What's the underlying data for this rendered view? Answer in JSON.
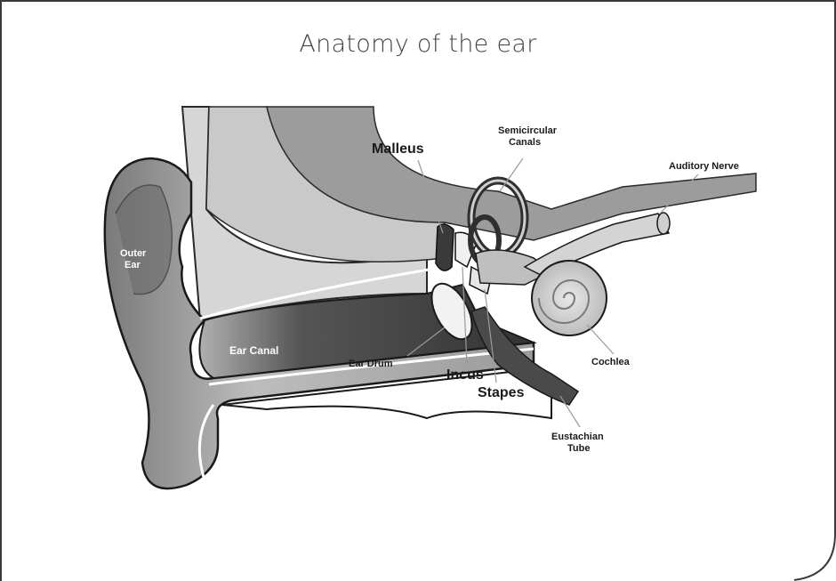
{
  "title": "Anatomy of the ear",
  "labels": {
    "outer_ear": [
      "Outer",
      "Ear"
    ],
    "ear_canal": "Ear Canal",
    "malleus": "Malleus",
    "semicircular_canals": [
      "Semicircular",
      "Canals"
    ],
    "auditory_nerve": "Auditory Nerve",
    "ear_drum": "Ear Drum",
    "incus": "Incus",
    "stapes": "Stapes",
    "cochlea": "Cochlea",
    "eustachian_tube": [
      "Eustachian",
      "Tube"
    ]
  },
  "colors": {
    "border": "#3a3a3a",
    "title": "#444444",
    "skin_light": "#d8d8d8",
    "skin_mid": "#a8a8a8",
    "skin_dark": "#5a5a5a",
    "canal": "#3e3e3e"
  }
}
